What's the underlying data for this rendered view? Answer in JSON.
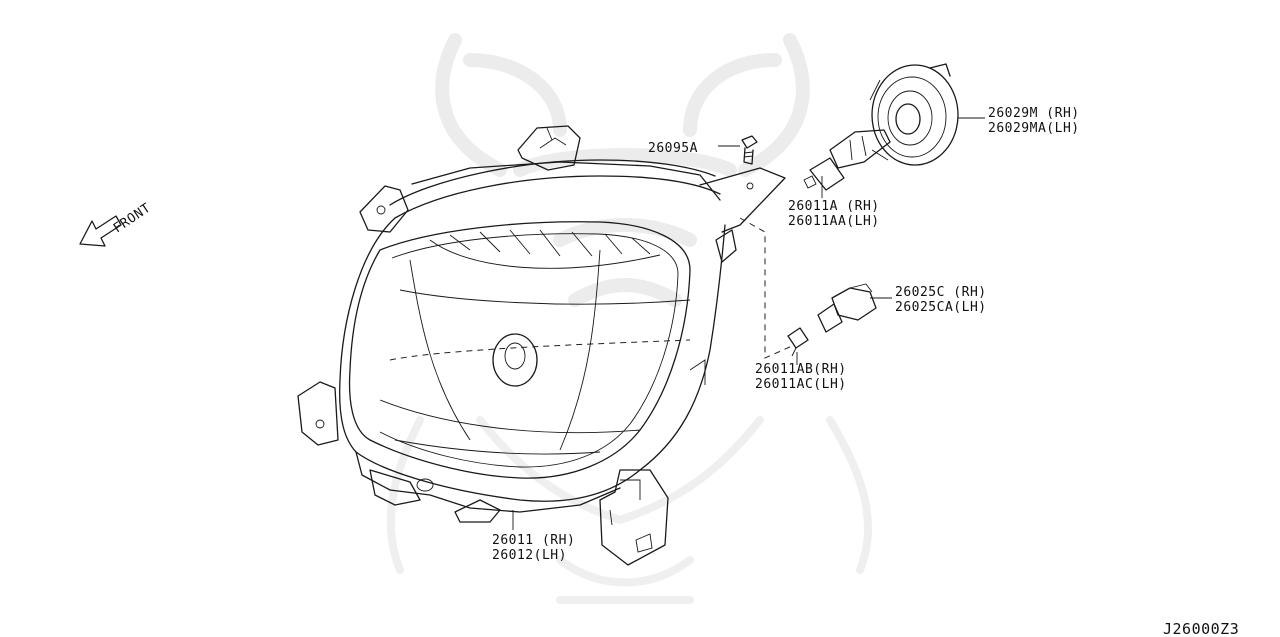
{
  "diagram_code": "J26000Z3",
  "front_label": "FRONT",
  "callouts": {
    "screw": "26095A",
    "cap_rh": "26029M (RH)",
    "cap_lh": "26029MA(LH)",
    "bulb_rh": "26011A (RH)",
    "bulb_lh": "26011AA(LH)",
    "socket_rh": "26025C (RH)",
    "socket_lh": "26025CA(LH)",
    "small_bulb_rh": "26011AB(RH)",
    "small_bulb_lh": "26011AC(LH)",
    "lamp_rh": "26011 (RH)",
    "lamp_lh": "26012(LH)"
  }
}
